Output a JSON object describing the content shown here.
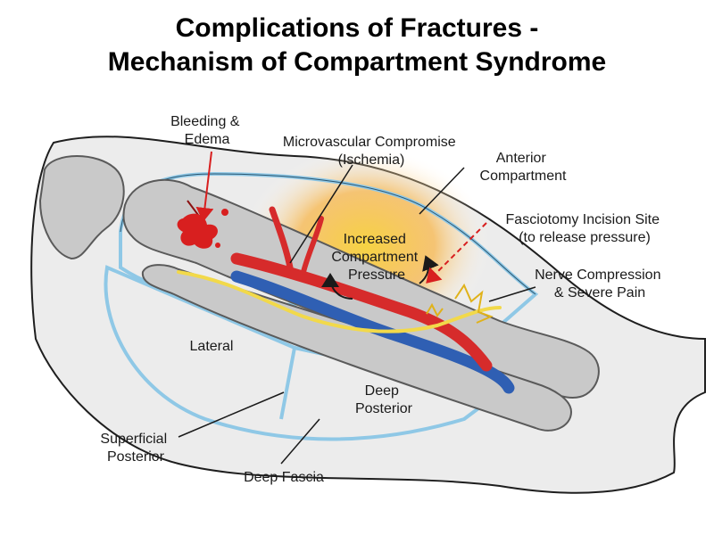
{
  "title": {
    "line1": "Complications of Fractures -",
    "line2": "Mechanism of Compartment Syndrome"
  },
  "labels": {
    "bleeding": [
      "Bleeding &",
      "Edema"
    ],
    "microvascular": [
      "Microvascular Compromise",
      "(Ischemia)"
    ],
    "anterior": [
      "Anterior",
      "Compartment"
    ],
    "fasciotomy": [
      "Fasciotomy Incision Site",
      "(to release pressure)"
    ],
    "pressure": [
      "Increased",
      "Compartment",
      "Pressure"
    ],
    "nerve": [
      "Nerve Compression",
      "& Severe Pain"
    ],
    "lateral": [
      "Lateral"
    ],
    "deep_posterior": [
      "Deep",
      "Posterior"
    ],
    "superficial_posterior": [
      "Superficial",
      "Posterior"
    ],
    "deep_fascia": [
      "Deep Fascia"
    ]
  },
  "colors": {
    "bone": "#c9c9c9",
    "bone_outline": "#5a5a5a",
    "fascia": "#8fc8e6",
    "artery": "#d62b2b",
    "vein": "#2f5fb3",
    "nerve": "#f2d94a",
    "pressure_glow": "#f7b53a",
    "bleeding": "#d81f1f"
  }
}
